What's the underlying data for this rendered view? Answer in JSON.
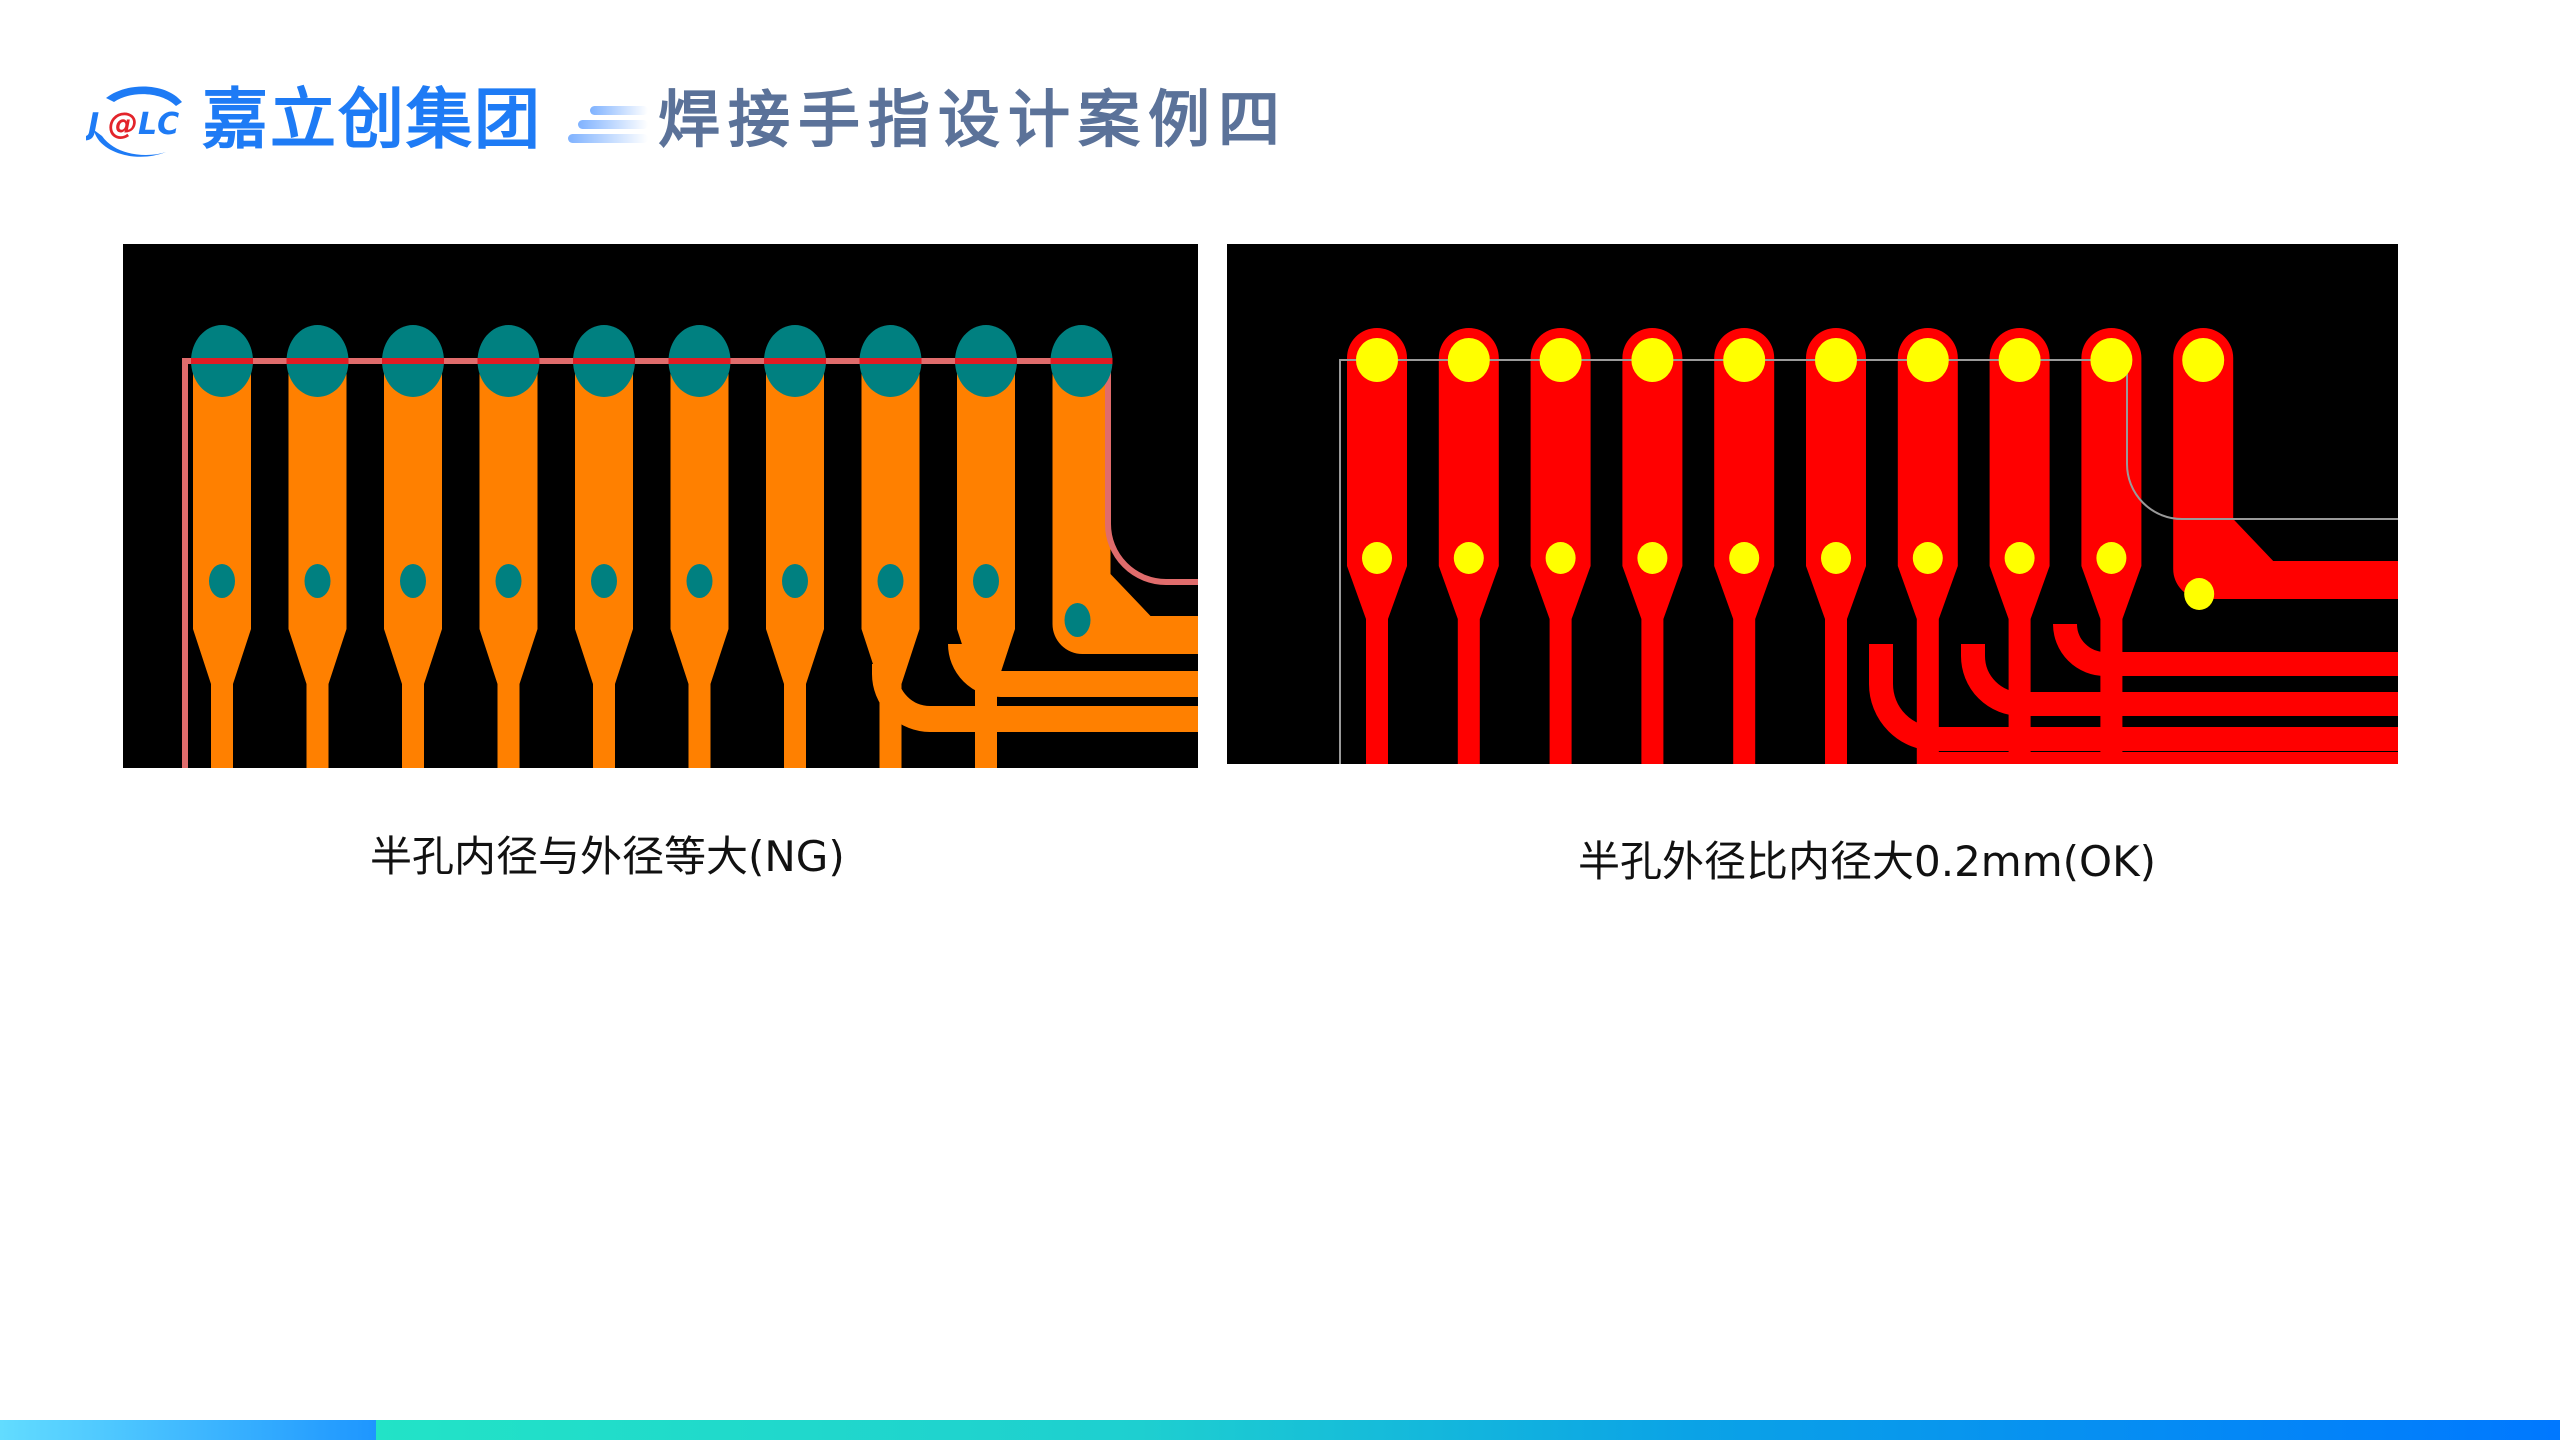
{
  "header": {
    "logo_text": {
      "j": "J",
      "at": "@",
      "lc": "LC"
    },
    "brand_name": "嘉立创集团",
    "title": "焊接手指设计案例四"
  },
  "colors": {
    "brand_blue": "#1e7bf5",
    "logo_red": "#e3242b",
    "title_color": "#5b7299",
    "ng_copper": "#ff8000",
    "ng_hole": "#008080",
    "ng_outline": "#e06c6c",
    "ng_outline_overlap": "#e01c24",
    "ok_copper": "#ff0000",
    "ok_hole": "#ffff00",
    "ok_outline": "#9a9a9a",
    "panel_bg": "#000000"
  },
  "panels": [
    {
      "id": "ng",
      "label": "半孔内径与外径等大(NG)",
      "verdict": "NG",
      "finger_count": 10,
      "description": "half-hole inner diameter equals outer diameter"
    },
    {
      "id": "ok",
      "label": "半孔外径比内径大0.2mm(OK)",
      "verdict": "OK",
      "finger_count": 10,
      "description": "half-hole outer diameter 0.2mm larger than inner"
    }
  ]
}
